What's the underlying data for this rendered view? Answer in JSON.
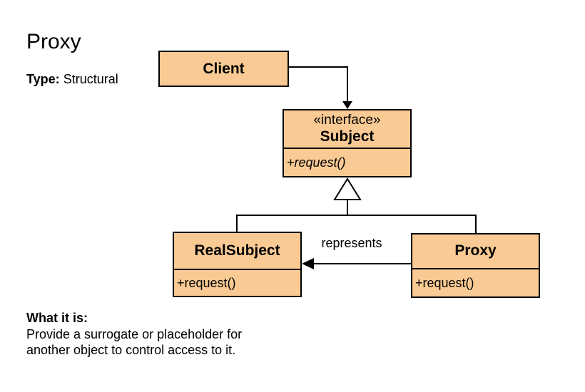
{
  "colors": {
    "class_fill": "#f9ca93",
    "line": "#000000",
    "background": "#ffffff"
  },
  "header": {
    "title": "Proxy",
    "type_label": "Type:",
    "type_value": "Structural"
  },
  "diagram": {
    "client": {
      "name": "Client"
    },
    "subject": {
      "stereotype": "«interface»",
      "name": "Subject",
      "method": "+request()"
    },
    "real_subject": {
      "name": "RealSubject",
      "method": "+request()"
    },
    "proxy": {
      "name": "Proxy",
      "method": "+request()"
    },
    "represents_label": "represents"
  },
  "footer": {
    "heading": "What it is:",
    "line1": "Provide a surrogate or placeholder for",
    "line2": "another object to control access to it."
  }
}
